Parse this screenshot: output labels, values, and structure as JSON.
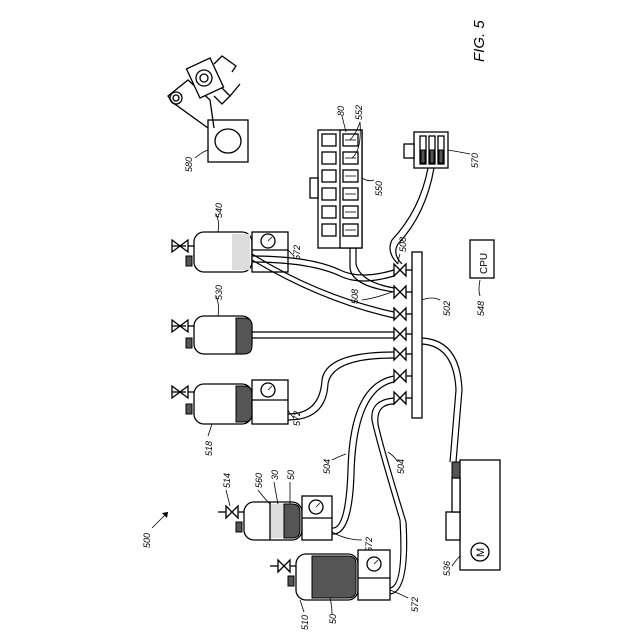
{
  "figure": {
    "title": "FIG. 5",
    "ref_system": "500",
    "ref_manifold": "502",
    "ref_tube_a": "504",
    "ref_tube_b": "504",
    "ref_valve_a": "508",
    "ref_valve_b": "508",
    "ref_source_510": "510",
    "ref_content_50a": "50",
    "ref_reservoir_572a": "572",
    "ref_valve_514": "514",
    "ref_layer_560": "560",
    "ref_layer_30": "30",
    "ref_layer_50b": "50",
    "ref_reservoir_572b": "572",
    "ref_container_518": "518",
    "ref_reservoir_572c": "572",
    "ref_container_530": "530",
    "ref_container_540": "540",
    "ref_reservoir_572d": "572",
    "ref_rack_550": "550",
    "ref_well_80": "80",
    "ref_vial_552": "552",
    "ref_robot_580": "580",
    "ref_holder_570": "570",
    "ref_cpu": "548",
    "cpu_text": "CPU",
    "ref_motor": "536",
    "motor_text": "M"
  }
}
